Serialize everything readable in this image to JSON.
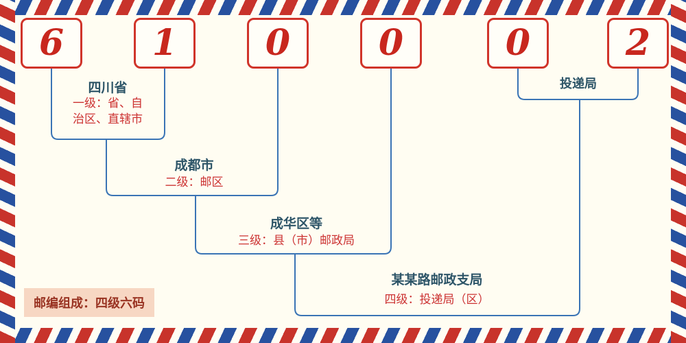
{
  "postal_code": {
    "digits": [
      "6",
      "1",
      "0",
      "0",
      "0",
      "2"
    ]
  },
  "levels": {
    "level1": {
      "name": "四川省",
      "desc_line1": "一级：省、自",
      "desc_line2": "治区、直辖市"
    },
    "level2": {
      "name": "成都市",
      "desc": "二级：邮区"
    },
    "level3": {
      "name": "成华区等",
      "desc": "三级：县（市）邮政局"
    },
    "level4": {
      "name": "某某路邮政支局",
      "desc": "四级：投递局（区）"
    },
    "delivery": {
      "name": "投递局"
    }
  },
  "footer": {
    "note": "邮编组成：四级六码"
  },
  "colors": {
    "digit_red": "#c8271e",
    "box_border_red": "#d0342a",
    "line_blue": "#3a74b5",
    "name_text": "#2d5568",
    "desc_red": "#cc3333",
    "footer_bg": "#f7d7c3",
    "footer_text": "#993322",
    "background": "#fffdf2"
  }
}
